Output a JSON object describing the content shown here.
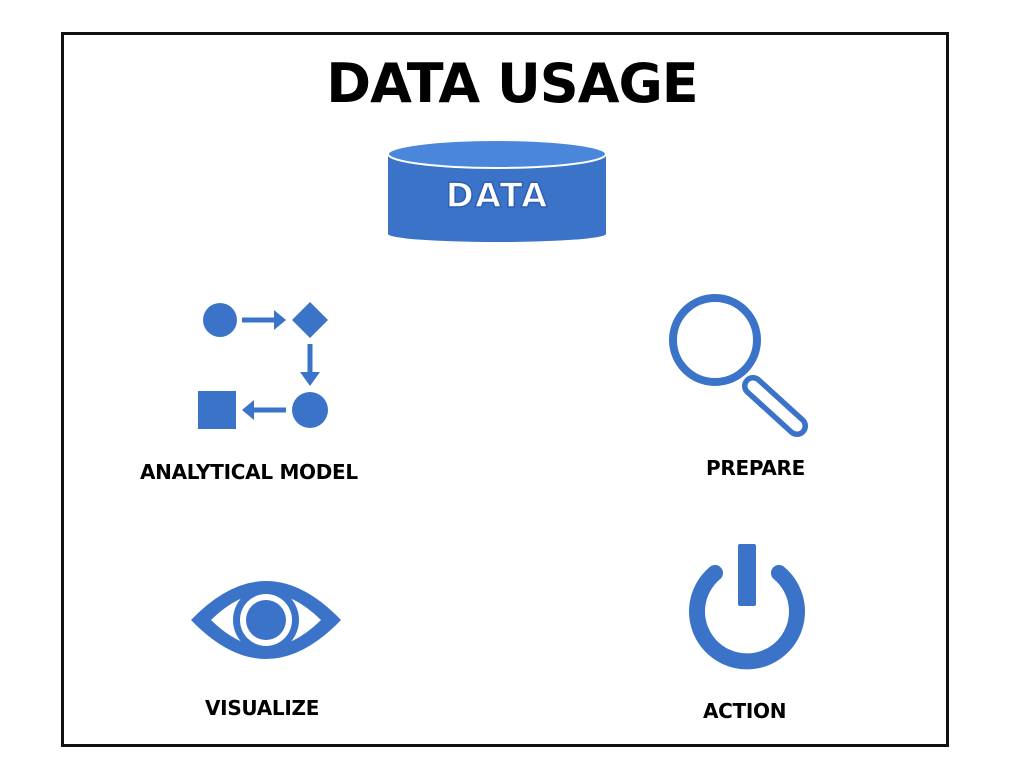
{
  "title": "DATA USAGE",
  "database": {
    "label": "DATA",
    "icon": "database-icon"
  },
  "items": [
    {
      "label": "ANALYTICAL MODEL",
      "icon": "flow-diagram-icon"
    },
    {
      "label": "PREPARE",
      "icon": "magnifier-icon"
    },
    {
      "label": "VISUALIZE",
      "icon": "eye-icon"
    },
    {
      "label": "ACTION",
      "icon": "power-icon"
    }
  ],
  "colors": {
    "accent": "#3a73c8",
    "accent_dark": "#2d5fae",
    "text": "#000000",
    "border": "#111111"
  }
}
